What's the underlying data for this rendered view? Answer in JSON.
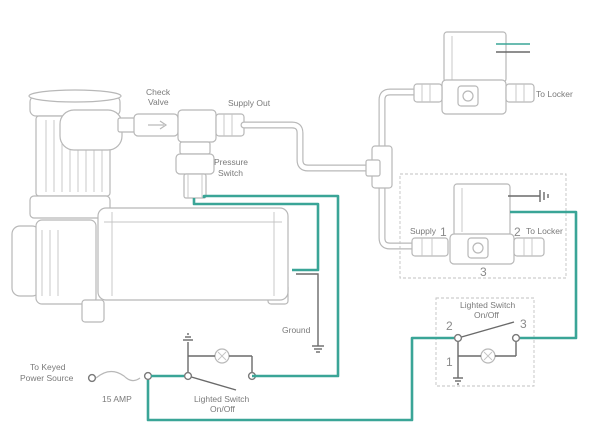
{
  "labels": {
    "check_valve_1": "Check",
    "check_valve_2": "Valve",
    "supply_out": "Supply Out",
    "pressure_switch_1": "Pressure",
    "pressure_switch_2": "Switch",
    "to_locker_top": "To Locker",
    "to_locker_mid": "To Locker",
    "supply": "Supply",
    "port_1": "1",
    "port_2": "2",
    "port_3": "3",
    "ground": "Ground",
    "to_keyed_1": "To Keyed",
    "to_keyed_2": "Power Source",
    "fuse": "15 AMP",
    "switch_left_1": "Lighted Switch",
    "switch_left_2": "On/Off",
    "switch_right_1": "Lighted Switch",
    "switch_right_2": "On/Off",
    "sw_term_2": "2",
    "sw_term_3": "3",
    "sw_term_1": "1"
  },
  "colors": {
    "wire_power": "#3aa597",
    "line_art": "#b8b8b8",
    "text": "#7a7a7a"
  }
}
